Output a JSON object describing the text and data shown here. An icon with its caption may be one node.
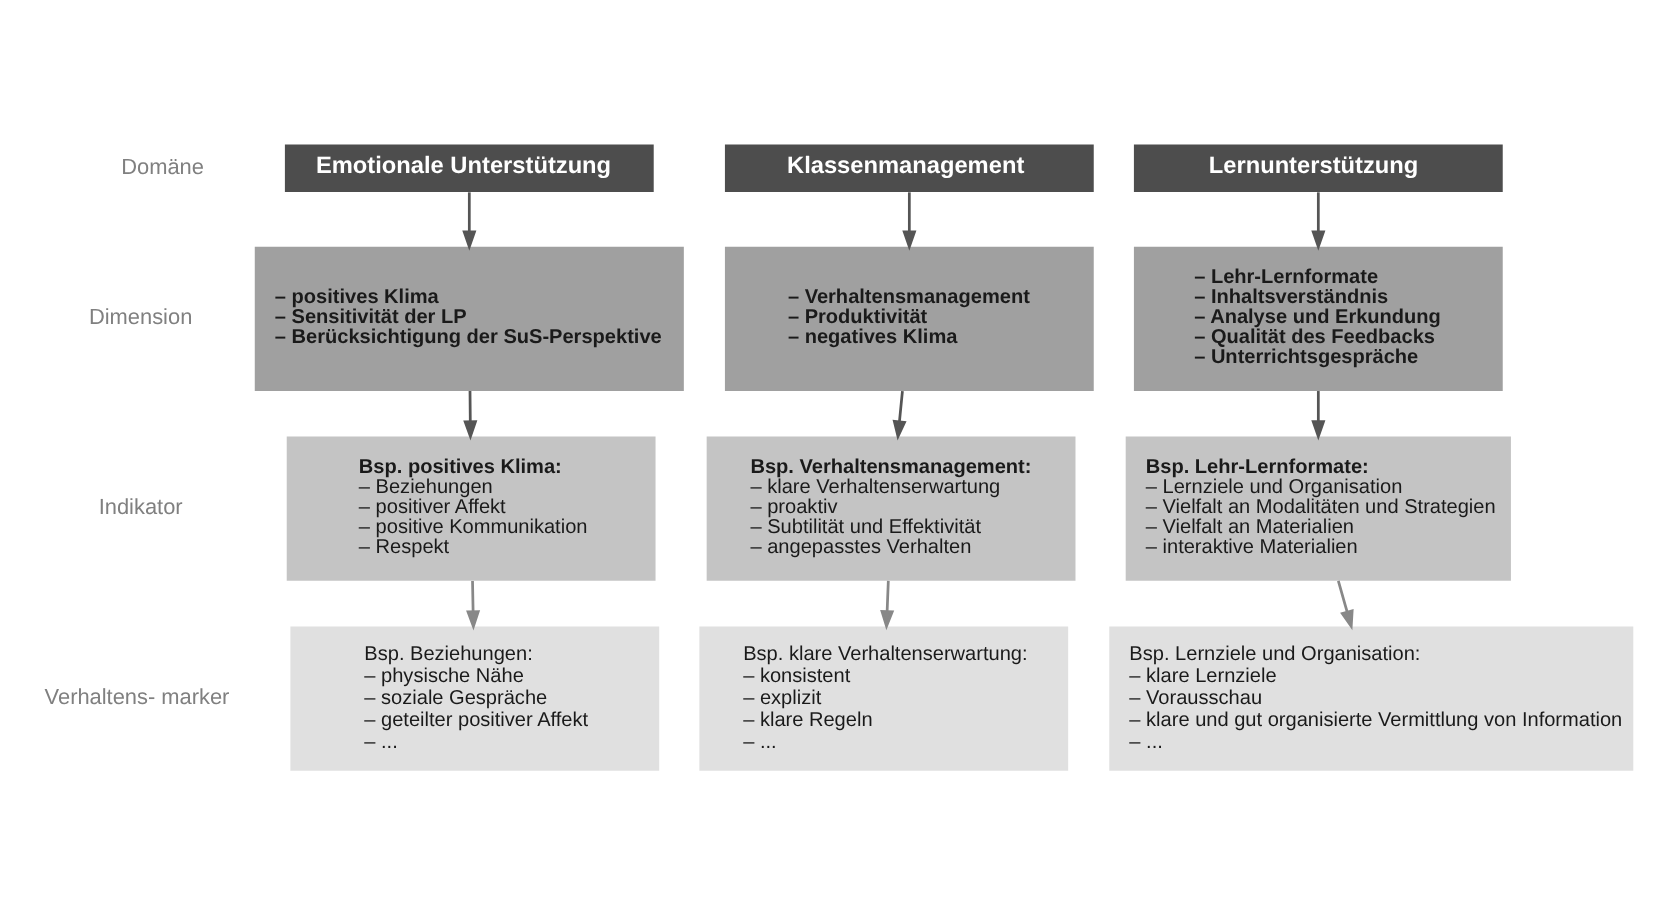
{
  "diagram": {
    "nodes": [
      {
        "text": [
          "Emotionale Unterstützung"
        ]
      },
      {
        "text": [
          "Klassenmanagement"
        ]
      },
      {
        "text": [
          "Lernunterstützung"
        ]
      },
      {
        "text": [
          "– positives Klima",
          "– Sensitivität der LP",
          "– Berücksichtigung der SuS-Perspektive"
        ]
      },
      {
        "text": [
          "– Verhaltensmanagement",
          "– Produktivität",
          "– negatives Klima"
        ]
      },
      {
        "text": [
          "– Lehr-Lernformate",
          "– Inhaltsverständnis",
          "– Analyse und Erkundung",
          "– Qualität des Feedbacks",
          "– Unterrichtsgespräche"
        ]
      },
      {
        "text": [
          "Bsp. positives Klima:",
          "– Beziehungen",
          "– positiver Affekt",
          "– positive Kommunikation",
          "– Respekt"
        ]
      },
      {
        "text": [
          "Bsp. Verhaltensmanagement:",
          "– klare Verhaltenserwartung",
          "– proaktiv",
          "– Subtilität und Effektivität",
          "– angepasstes Verhalten"
        ]
      },
      {
        "text": [
          "Bsp. Lehr-Lernformate:",
          "– Lernziele und Organisation",
          "– Vielfalt an Modalitäten und Strategien",
          "– Vielfalt an Materialien",
          "– interaktive Materialien"
        ]
      },
      {
        "text": [
          "Bsp. Beziehungen:",
          "– physische Nähe",
          "– soziale Gespräche",
          "– geteilter positiver Affekt",
          "– ..."
        ]
      },
      {
        "text": [
          "Bsp. klare Verhaltenserwartung:",
          "– konsistent",
          "– explizit",
          "– klare Regeln",
          "– ..."
        ]
      },
      {
        "text": [
          "Bsp. Lernziele und Organisation:",
          "– klare Lernziele",
          "– Vorausschau",
          "– klare und gut organisierte Vermittlung von Information",
          "– ..."
        ]
      }
    ],
    "edges": [
      {
        "from": 0,
        "to": 3,
        "arrow": "to"
      },
      {
        "from": 1,
        "to": 4,
        "arrow": "to"
      },
      {
        "from": 2,
        "to": 5,
        "arrow": "to"
      },
      {
        "from": 3,
        "to": 6,
        "arrow": "to"
      },
      {
        "from": 4,
        "to": 7,
        "arrow": "to"
      },
      {
        "from": 5,
        "to": 8,
        "arrow": "to"
      },
      {
        "from": 6,
        "to": 9,
        "arrow": "to",
        "color": "#888888"
      },
      {
        "from": 7,
        "to": 10,
        "arrow": "to",
        "color": "#888888"
      },
      {
        "from": 8,
        "to": 11,
        "arrow": "to",
        "color": "#888888"
      }
    ],
    "labels": [
      "Domäne",
      "Dimension",
      "Indikator",
      "Verhaltens- marker"
    ]
  }
}
